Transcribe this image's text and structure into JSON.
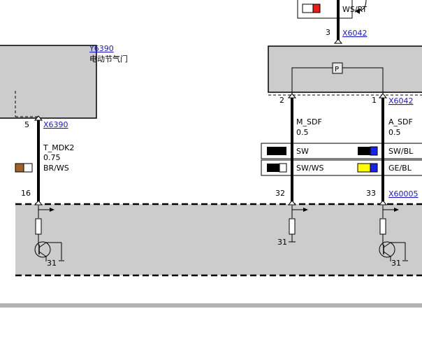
{
  "top_right": {
    "wire_color_label": "WS/RT",
    "pin": "3",
    "connector": "X6042"
  },
  "component_y6390": {
    "id": "Y6390",
    "name": "电动节气门"
  },
  "left_branch": {
    "pin": "5",
    "connector": "X6390",
    "wire_name": "T_MDK2",
    "cross_section": "0.75",
    "color_label": "BR/WS",
    "lower_pin": "16"
  },
  "right_component": {
    "box_label": "P"
  },
  "mid_branch": {
    "pin_top": "2",
    "wire_name": "M_SDF",
    "cross_section": "0.5",
    "color1": "SW",
    "color2": "SW/WS",
    "lower_pin": "32"
  },
  "right_branch": {
    "pin_top": "1",
    "connector_top": "X6042",
    "wire_name": "A_SDF",
    "cross_section": "0.5",
    "color1": "SW/BL",
    "color2": "GE/BL",
    "lower_pin": "33",
    "connector_bottom": "X60005"
  },
  "grounds": {
    "g1": "31",
    "g2": "31",
    "g3": "31"
  },
  "colors": {
    "module_fill": "#cccccc",
    "swatch_black": "#000000",
    "swatch_blue": "#1a22e6",
    "swatch_yellow": "#ffff00",
    "swatch_brown": "#a0602a",
    "swatch_red": "#e0201c",
    "divider": "#b3b3b3",
    "link": "#1a1ab5"
  }
}
